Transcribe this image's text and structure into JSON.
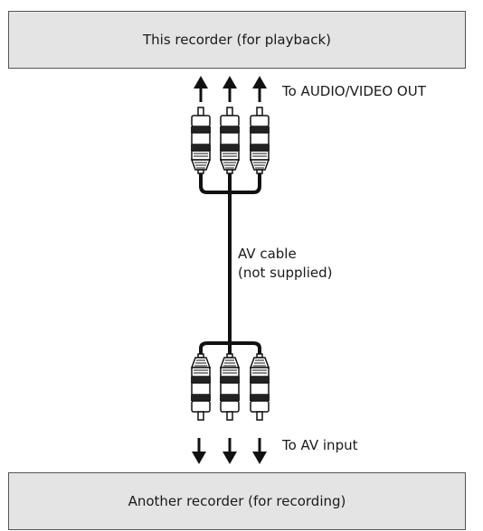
{
  "source_device": {
    "label": "This recorder (for playback)",
    "fill": "#e4e4e4"
  },
  "target_device": {
    "label": "Another recorder (for recording)",
    "fill": "#e4e4e4"
  },
  "labels": {
    "output": "To AUDIO/VIDEO OUT",
    "cable_line1": "AV cable",
    "cable_line2": "(not supplied)",
    "input": "To AV input"
  },
  "colors": {
    "cable": "#111111",
    "plug_fill": "#ffffff",
    "plug_stroke": "#111111"
  },
  "icons": {
    "up_arrows": "arrow-up-icon",
    "down_arrows": "arrow-down-icon",
    "plugs": "rca-plug-icon"
  }
}
